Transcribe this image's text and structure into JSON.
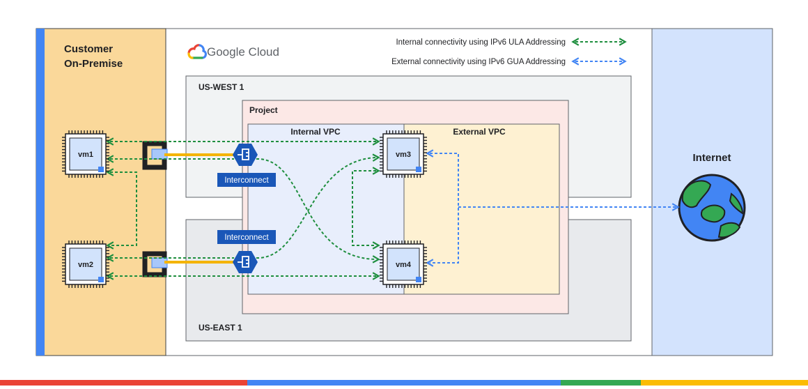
{
  "customer": {
    "title_line1": "Customer",
    "title_line2": "On-Premise"
  },
  "brand": {
    "name": "Google Cloud"
  },
  "legend": {
    "internal": "Internal connectivity using IPv6 ULA Addressing",
    "external": "External connectivity using IPv6 GUA Addressing"
  },
  "regions": {
    "west": "US-WEST 1",
    "east": "US-EAST 1"
  },
  "project": {
    "label": "Project"
  },
  "vpcs": {
    "internal": "Internal VPC",
    "external": "External VPC"
  },
  "interconnect": {
    "label_top": "Interconnect",
    "label_bottom": "Interconnect"
  },
  "vms": {
    "vm1": "vm1",
    "vm2": "vm2",
    "vm3": "vm3",
    "vm4": "vm4"
  },
  "internet": {
    "label": "Internet"
  },
  "colors": {
    "internal_line": "#1e8e3e",
    "external_line": "#4285f4",
    "interconnect": "#1a57b8",
    "customer_bg": "#fad89a",
    "internet_bg": "#d3e3fd",
    "project_bg": "#fce8e6",
    "internal_vpc_bg": "#e8eefc",
    "external_vpc_bg": "#fef1d2",
    "link": "#f4b400"
  }
}
